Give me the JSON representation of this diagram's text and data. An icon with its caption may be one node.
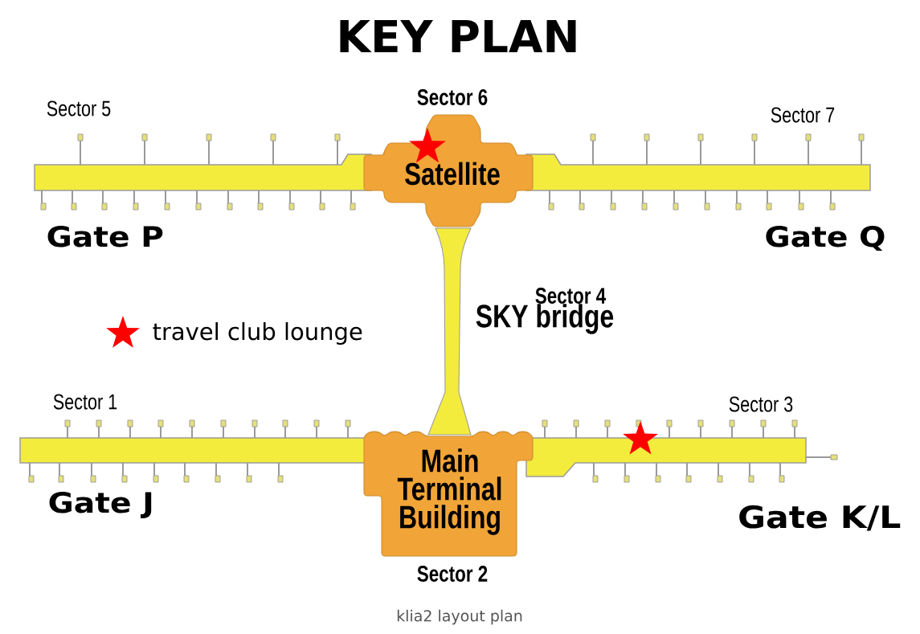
{
  "diagram": {
    "title": "KEY PLAN",
    "caption": "klia2 layout plan",
    "nodes": [
      {
        "text": [
          "Satellite"
        ],
        "beside": [
          "Sector 6"
        ]
      },
      {
        "text": [],
        "shape": "bar",
        "beside": [
          "Sector 4",
          "SKY bridge"
        ]
      },
      {
        "text": [
          "Main Terminal Building"
        ],
        "beside": [
          "Sector 2"
        ]
      }
    ],
    "labels": [
      "Sector 5",
      "Sector 7",
      "Gate P",
      "Gate Q",
      "Sector 1",
      "Sector 3",
      "Gate J",
      "Gate K/L"
    ],
    "legend": [
      {
        "text": "travel club lounge"
      }
    ]
  }
}
